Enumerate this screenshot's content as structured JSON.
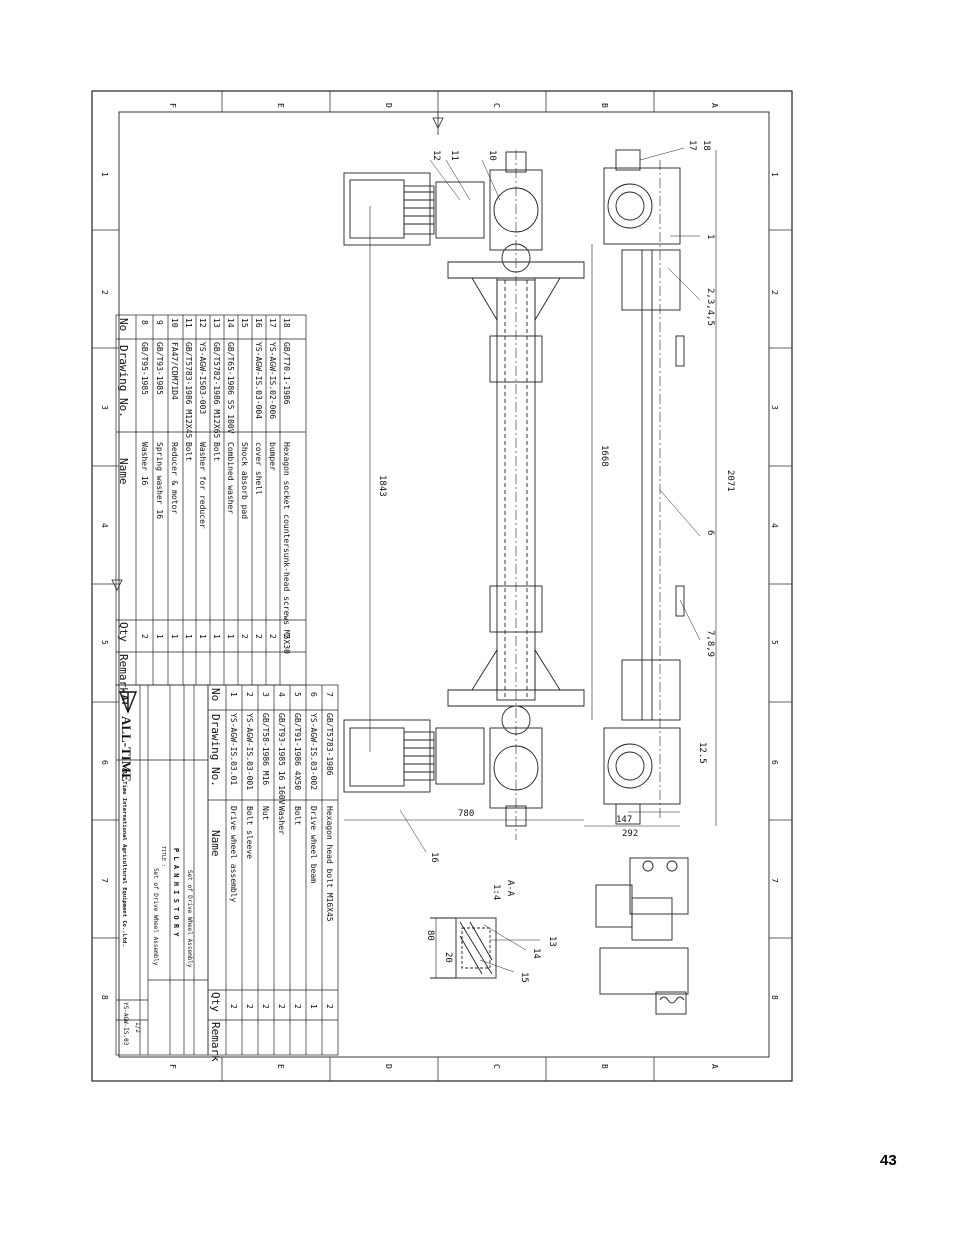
{
  "page_number": "43",
  "grid": {
    "cols": [
      "A",
      "B",
      "C",
      "D",
      "E",
      "F"
    ],
    "rows": [
      "1",
      "2",
      "3",
      "4",
      "5",
      "6",
      "7",
      "8"
    ]
  },
  "dimensions": {
    "overall_length": "2071",
    "wheel_span": "1668",
    "motor_centres": "1843",
    "width": "780",
    "d147": "147",
    "d292": "292",
    "d80": "80",
    "d20": "20",
    "d12_5": "12.5"
  },
  "section_label": "A-A",
  "section_scale": "1:4",
  "balloons": [
    "1",
    "2,3,4,5",
    "6",
    "7,8,9",
    "10",
    "11",
    "12",
    "13",
    "14",
    "15",
    "16",
    "17",
    "18"
  ],
  "parts_left": {
    "header": {
      "no": "No",
      "drawing": "Drawing No.",
      "name": "Name",
      "qty": "Qty",
      "remark": "Remark"
    },
    "rows": [
      {
        "no": "18",
        "drawing": "GB/T70.1-1986",
        "name": "Hexagon socket countersunk-head screws M5X30",
        "qty": "2"
      },
      {
        "no": "17",
        "drawing": "YS-AGW-IS.02-006",
        "name": "bumper",
        "qty": "2"
      },
      {
        "no": "16",
        "drawing": "YS-AGW-IS.03-004",
        "name": "cover shell",
        "qty": "2"
      },
      {
        "no": "15",
        "drawing": "",
        "name": "Shock absorb pad",
        "qty": "2"
      },
      {
        "no": "14",
        "drawing": "GB/T65-1986 S5 100V",
        "name": "Combined washer",
        "qty": "1"
      },
      {
        "no": "13",
        "drawing": "GB/T5782-1986 M12X65",
        "name": "Bolt",
        "qty": "1"
      },
      {
        "no": "12",
        "drawing": "YS-AGW-IS03-003",
        "name": "Washer for reducer",
        "qty": "1"
      },
      {
        "no": "11",
        "drawing": "GB/T5783-1986 M12X45",
        "name": "Bolt",
        "qty": "1"
      },
      {
        "no": "10",
        "drawing": "FA47/CDM71D4",
        "name": "Reducer & motor",
        "qty": "1"
      },
      {
        "no": "9",
        "drawing": "GB/T93-1985",
        "name": "Spring washer 16",
        "qty": "1"
      },
      {
        "no": "8",
        "drawing": "GB/T95-1985",
        "name": "Washer 16",
        "qty": "2"
      }
    ]
  },
  "parts_right": {
    "header": {
      "no": "No",
      "drawing": "Drawing No.",
      "name": "Name",
      "qty": "Qty",
      "remark": "Remark"
    },
    "rows": [
      {
        "no": "7",
        "drawing": "GB/T5783-1986",
        "name": "Hexagon head bolt  M16X45",
        "qty": "2"
      },
      {
        "no": "6",
        "drawing": "YS-AGW-IS.03-002",
        "name": "Drive wheel beam",
        "qty": "1"
      },
      {
        "no": "5",
        "drawing": "GB/T91-1986 4X50",
        "name": "Bolt",
        "qty": "2"
      },
      {
        "no": "4",
        "drawing": "GB/T93-1985 16 160V",
        "name": "Washer",
        "qty": "2"
      },
      {
        "no": "3",
        "drawing": "GB/T58-1986 M16",
        "name": "Nut",
        "qty": "2"
      },
      {
        "no": "2",
        "drawing": "YS-AGW-IS.03-001",
        "name": "Bolt sleeve",
        "qty": "2"
      },
      {
        "no": "1",
        "drawing": "YS-AGW-IS.03.01",
        "name": "Drive wheel assembly",
        "qty": "2"
      }
    ]
  },
  "title_block": {
    "logo": "AT",
    "company_short": "ALL-TIME",
    "company_full": "All Time International Agricultural Equipment Co.,Ltd.",
    "plan_history": "P L A N  H I S T O R Y",
    "title_label": "TITLE :",
    "title": "Set of Drive Wheel Assembly",
    "drawing_no": "YS-AGW-IS.03",
    "sheet": "1/2"
  }
}
